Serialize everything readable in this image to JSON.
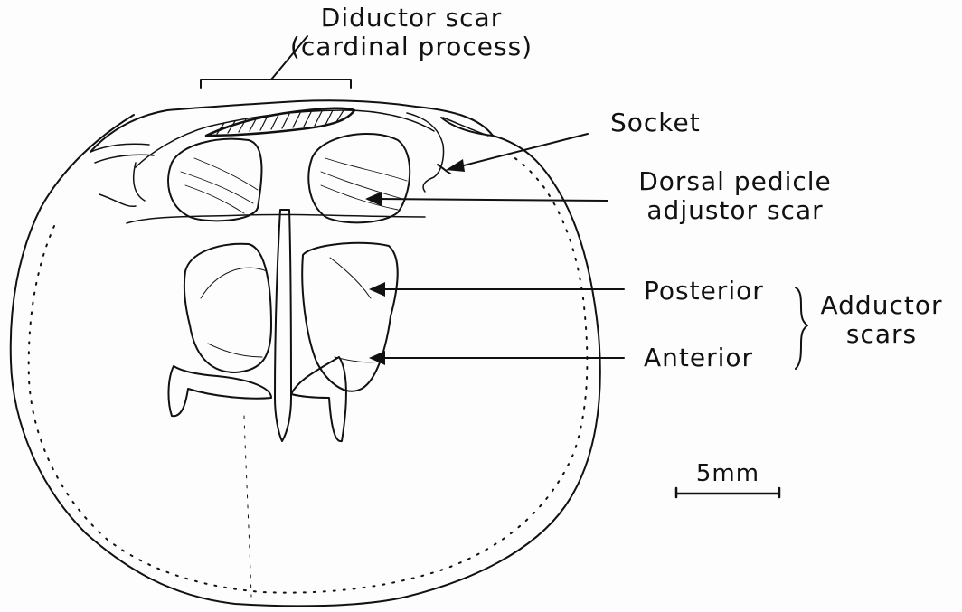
{
  "labels": {
    "diductor_scar": "Diductor scar",
    "diductor_scar_note": "(cardinal process)",
    "socket": "Socket",
    "dorsal_pedicle_line1": "Dorsal pedicle",
    "dorsal_pedicle_line2": "adjustor scar",
    "posterior": "Posterior",
    "anterior": "Anterior",
    "adductor_line1": "Adductor",
    "adductor_line2": "scars"
  },
  "scale_bar": {
    "label": "5mm",
    "length_mm": 5
  },
  "colors": {
    "ink": "#111111",
    "paper": "#fdfdfd"
  }
}
